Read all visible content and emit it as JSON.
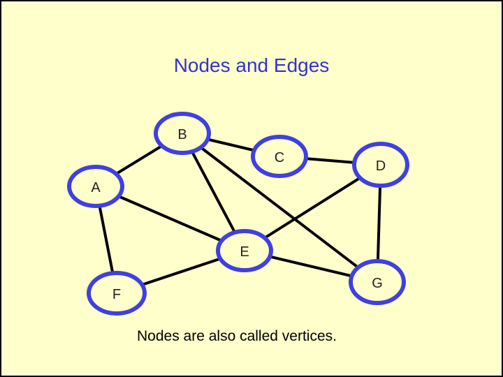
{
  "title": "Nodes and Edges",
  "caption": "Nodes are also called vertices.",
  "colors": {
    "background": "#ffffcc",
    "node_stroke": "#4040e0",
    "title": "#3333cc",
    "edge": "#000000"
  },
  "nodes": {
    "A": "A",
    "B": "B",
    "C": "C",
    "D": "D",
    "E": "E",
    "F": "F",
    "G": "G"
  },
  "edges": [
    [
      "B",
      "A"
    ],
    [
      "B",
      "C"
    ],
    [
      "B",
      "E"
    ],
    [
      "B",
      "G"
    ],
    [
      "C",
      "D"
    ],
    [
      "D",
      "E"
    ],
    [
      "D",
      "G"
    ],
    [
      "A",
      "E"
    ],
    [
      "A",
      "F"
    ],
    [
      "E",
      "F"
    ],
    [
      "E",
      "G"
    ]
  ]
}
